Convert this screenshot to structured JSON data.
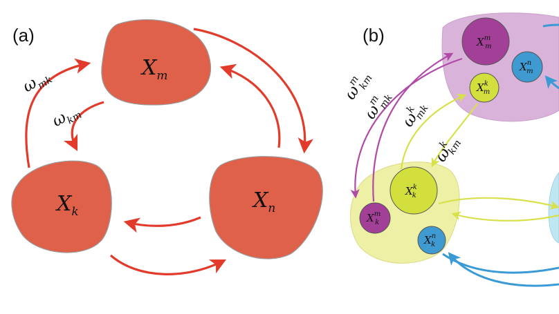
{
  "panels": {
    "a": {
      "label": "(a)",
      "nodes": {
        "m": {
          "main": "X",
          "sub": "m"
        },
        "k": {
          "main": "X",
          "sub": "k"
        },
        "n": {
          "main": "X",
          "sub": "n"
        }
      },
      "weights": {
        "w_mk": {
          "symbol": "ω",
          "sub": "mk"
        },
        "w_km": {
          "symbol": "ω",
          "sub": "km"
        }
      },
      "colors": {
        "node_fill": "#e0614a",
        "arrow": "#e23b2b"
      }
    },
    "b": {
      "label": "(b)",
      "clusters": {
        "m": {
          "fill": "#d9b3d9"
        },
        "k": {
          "fill": "#eef0a6"
        },
        "n": {
          "fill": "#bfe6f3"
        }
      },
      "subnodes": {
        "Xmm": {
          "main": "X",
          "sup": "m",
          "sub": "m",
          "fill": "#a23f97"
        },
        "Xmn": {
          "main": "X",
          "sup": "n",
          "sub": "m",
          "fill": "#3f9ad2"
        },
        "Xmk": {
          "main": "X",
          "sup": "k",
          "sub": "m",
          "fill": "#d3df3c"
        },
        "Xkk": {
          "main": "X",
          "sup": "k",
          "sub": "k",
          "fill": "#d3df3c"
        },
        "Xkm": {
          "main": "X",
          "sup": "m",
          "sub": "k",
          "fill": "#a23f97"
        },
        "Xkn": {
          "main": "X",
          "sup": "n",
          "sub": "k",
          "fill": "#3f9ad2"
        }
      },
      "weights": {
        "w_mkm": {
          "symbol": "ω",
          "sup": "m",
          "sub": "km"
        },
        "w_mmk": {
          "symbol": "ω",
          "sup": "m",
          "sub": "mk"
        },
        "w_kmk": {
          "symbol": "ω",
          "sup": "k",
          "sub": "mk"
        },
        "w_kkm": {
          "symbol": "ω",
          "sup": "k",
          "sub": "km"
        }
      },
      "colors": {
        "purple_arrow": "#b04aa8",
        "yellow_arrow": "#d8e04a",
        "blue_arrow": "#3a9ad6"
      }
    }
  }
}
